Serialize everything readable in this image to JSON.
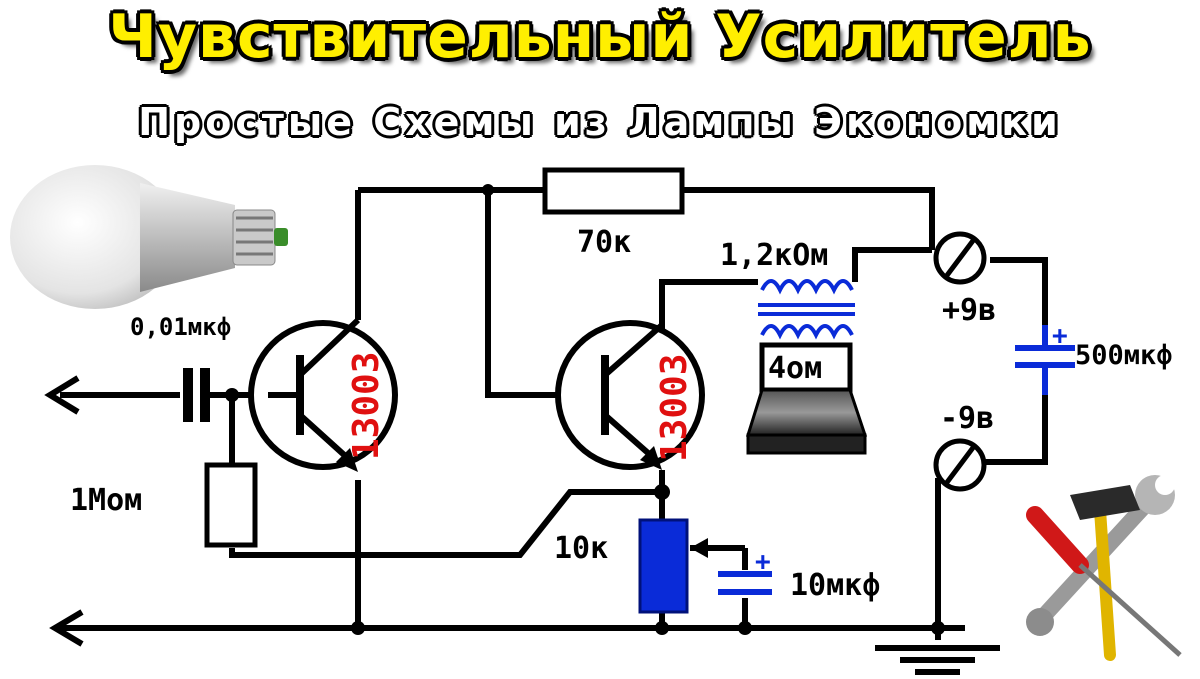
{
  "title": {
    "part1": "Чувствительный",
    "part2": "Усилитель"
  },
  "subtitle": "Простые Схемы из Лампы Экономки",
  "components": {
    "transistor1": "13003",
    "transistor2": "13003",
    "resistor_feedback": "70к",
    "transformer": "1,2кОм",
    "speaker": "4ом",
    "capacitor_input": "0,01мкф",
    "resistor_bias": "1Мом",
    "potentiometer": "10к",
    "capacitor_emitter": "10мкф",
    "capacitor_supply": "500мкф",
    "terminal_plus": "+9в",
    "terminal_minus": "-9в",
    "cap_plus_sign": "+"
  },
  "colors": {
    "title_yellow": "#ffef00",
    "title_red": "#e01010",
    "component_blue": "#0a2bd8",
    "transistor_label_red": "#e01010"
  }
}
